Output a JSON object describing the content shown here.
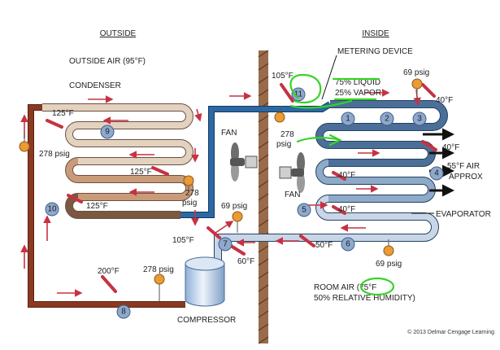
{
  "colors": {
    "hot_gas": "#8a3a22",
    "condenser_light": "#e3d2bf",
    "condenser_mid": "#c99b79",
    "cold_line": "#2d68a3",
    "evap_dark": "#4c6f99",
    "evap_light": "#c8d6e8",
    "suction": "#c0d2e4",
    "arrow": "#c73242",
    "gauge": "#ec9a32",
    "badge": "#8ea9cd",
    "wall": "#9a6b4b",
    "marker": "#35d424"
  },
  "headers": {
    "outside": "OUTSIDE",
    "inside": "INSIDE"
  },
  "labels": {
    "outside_air": "OUTSIDE AIR (95°F)",
    "condenser": "CONDENSER",
    "metering_device": "METERING DEVICE",
    "liquid_pct": "75% LIQUID",
    "vapor_pct": "25% VAPOR",
    "fan_outside": "FAN",
    "fan_inside": "FAN",
    "evaporator": "EVAPORATOR",
    "compressor": "COMPRESSOR",
    "air_out_1": "55°F AIR",
    "air_out_2": "APPROX",
    "room_air_1": "ROOM AIR (75°F",
    "room_air_2": "50% RELATIVE HUMIDITY)",
    "copyright": "© 2013 Delmar Cengage Learning"
  },
  "readings": {
    "t125_top": "125°F",
    "p278_left": "278 psig",
    "t125_mid": "125°F",
    "p278_right": "278",
    "p278_right_2": "psig",
    "t125_bottom": "125°F",
    "t105_top": "105°F",
    "p278_inside": "278",
    "p278_inside_2": "psig",
    "p69_top": "69 psig",
    "t40_top": "40°F",
    "t40_right": "40°F",
    "t40_coil1": "40°F",
    "t40_coil2": "40°F",
    "p69_suction": "69 psig",
    "t105_bottom": "105°F",
    "t60": "60°F",
    "t50": "50°F",
    "p69_bottom": "69 psig",
    "t200": "200°F",
    "p278_comp": "278 psig"
  },
  "points": [
    "1",
    "2",
    "3",
    "4",
    "5",
    "6",
    "7",
    "8",
    "9",
    "10",
    "11"
  ]
}
